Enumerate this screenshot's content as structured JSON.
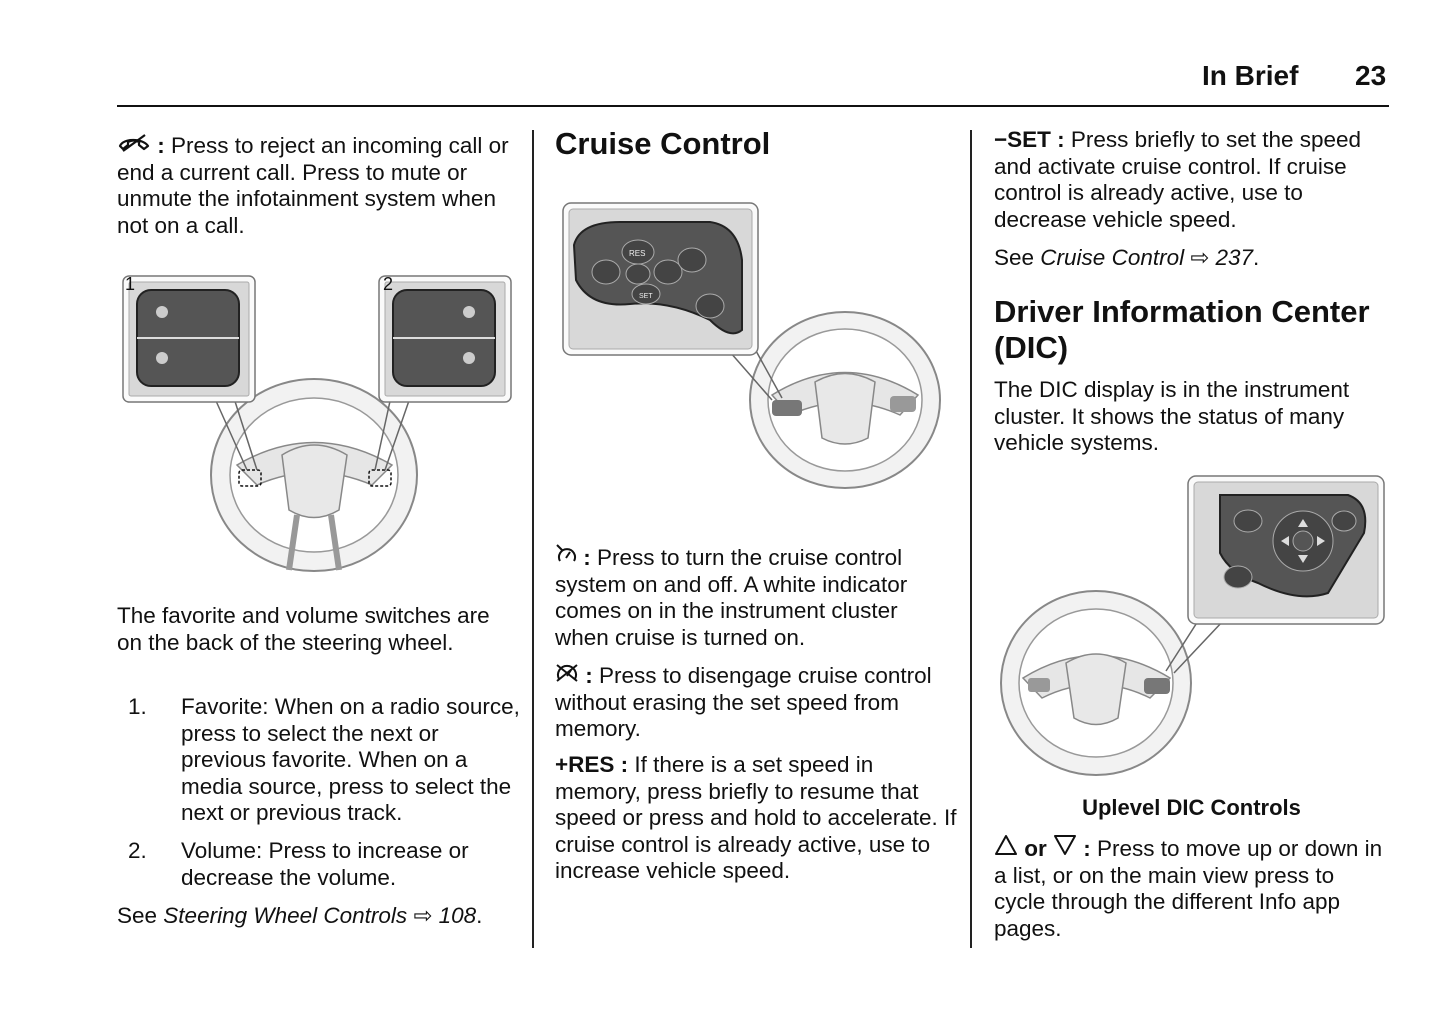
{
  "header": {
    "section": "In Brief",
    "page_number": "23"
  },
  "left_column": {
    "reject_call": {
      "icon": "phone-hangup-icon",
      "sep": " : ",
      "text": "Press to reject an incoming call or end a current call. Press to mute or unmute the infotainment system when not on a call."
    },
    "figure_labels": [
      "1",
      "2"
    ],
    "switches_paragraph": "The favorite and volume switches are on the back of the steering wheel.",
    "list": [
      {
        "num": "1.",
        "text": "Favorite: When on a radio source, press to select the next or previous favorite. When on a media source, press to select the next or previous track."
      },
      {
        "num": "2.",
        "text": "Volume: Press to increase or decrease the volume."
      }
    ],
    "see_ref": {
      "prefix": "See ",
      "title": "Steering Wheel Controls",
      "arrow": "⇨",
      "page": "108",
      "suffix": "."
    }
  },
  "middle_column": {
    "heading": "Cruise Control",
    "figure_button_labels": [
      "RES",
      "SET"
    ],
    "on_off": {
      "icon": "cruise-on-off-icon",
      "sep": " : ",
      "text": "Press to turn the cruise control system on and off. A white indicator comes on in the instrument cluster when cruise is turned on."
    },
    "cancel": {
      "icon": "cruise-cancel-icon",
      "sep": " : ",
      "text": "Press to disengage cruise control without erasing the set speed from memory."
    },
    "res": {
      "label": "+RES : ",
      "text": "If there is a set speed in memory, press briefly to resume that speed or press and hold to accelerate. If cruise control is already active, use to increase vehicle speed."
    }
  },
  "right_column": {
    "set": {
      "label": "−SET : ",
      "text": "Press briefly to set the speed and activate cruise control. If cruise control is already active, use to decrease vehicle speed."
    },
    "see_ref": {
      "prefix": "See ",
      "title": "Cruise Control",
      "arrow": "⇨",
      "page": "237",
      "suffix": "."
    },
    "heading": "Driver Information Center (DIC)",
    "dic_paragraph": "The DIC display is in the instrument cluster. It shows the status of many vehicle systems.",
    "figure_caption": "Uplevel DIC Controls",
    "up_down": {
      "up_icon": "triangle-up-icon",
      "or": " or ",
      "down_icon": "triangle-down-icon",
      "sep": " : ",
      "text": "Press to move up or down in a list, or on the main view press to cycle through the different Info app pages."
    }
  }
}
